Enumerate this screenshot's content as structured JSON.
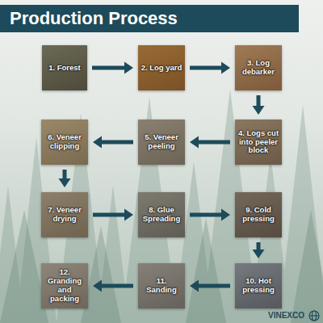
{
  "diagram": {
    "title": "Production Process",
    "nodes": [
      {
        "text": [
          "1. Forest"
        ]
      },
      {
        "text": [
          "2. Log yard"
        ]
      },
      {
        "text": [
          "3. Log debarker"
        ]
      },
      {
        "text": [
          "4. Logs cut into peeler block"
        ]
      },
      {
        "text": [
          "5. Veneer peeling"
        ]
      },
      {
        "text": [
          "6. Veneer clipping"
        ]
      },
      {
        "text": [
          "7. Veneer drying"
        ]
      },
      {
        "text": [
          "8. Glue Spreading"
        ]
      },
      {
        "text": [
          "9. Cold pressing"
        ]
      },
      {
        "text": [
          "10. Hot pressing"
        ]
      },
      {
        "text": [
          "11. Sanding"
        ]
      },
      {
        "text": [
          "12. Granding and packing"
        ]
      }
    ],
    "edges": [
      {
        "from": 0,
        "to": 1,
        "arrow": "to"
      },
      {
        "from": 1,
        "to": 2,
        "arrow": "to"
      },
      {
        "from": 2,
        "to": 3,
        "arrow": "to"
      },
      {
        "from": 3,
        "to": 4,
        "arrow": "to"
      },
      {
        "from": 4,
        "to": 5,
        "arrow": "to"
      },
      {
        "from": 5,
        "to": 6,
        "arrow": "to"
      },
      {
        "from": 6,
        "to": 7,
        "arrow": "to"
      },
      {
        "from": 7,
        "to": 8,
        "arrow": "to"
      },
      {
        "from": 8,
        "to": 9,
        "arrow": "to"
      },
      {
        "from": 9,
        "to": 10,
        "arrow": "to"
      },
      {
        "from": 10,
        "to": 11,
        "arrow": "to"
      }
    ],
    "labels": [
      "VINEXCO"
    ]
  }
}
